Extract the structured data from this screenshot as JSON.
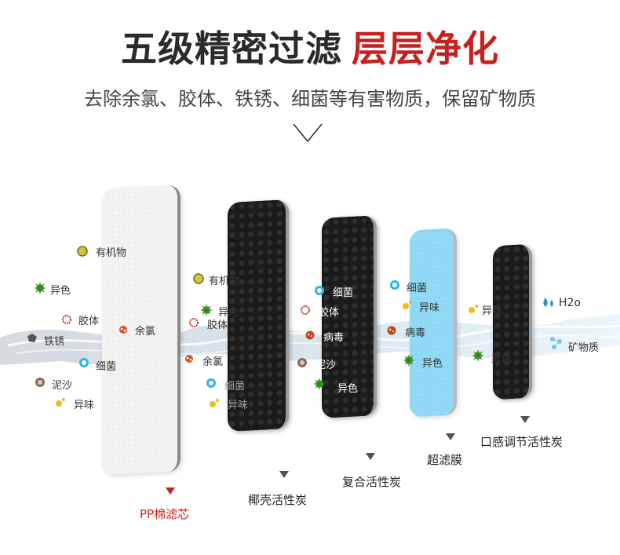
{
  "header": {
    "title_main": "五级精密过滤",
    "title_accent": "层层净化",
    "subtitle": "去除余氯、胶体、铁锈、细菌等有害物质，保留矿物质"
  },
  "colors": {
    "accent": "#c8201e",
    "dark": "#2a2a2a",
    "membrane": "#8fd8f5"
  },
  "inputs": {
    "organic": "有机物",
    "color": "异色",
    "colloid": "胶体",
    "chlorine": "余氯",
    "rust": "铁锈",
    "bacteria": "细菌",
    "mud": "泥沙",
    "odor": "异味"
  },
  "after_pp": {
    "organic": "有机物",
    "color": "异色",
    "colloid": "胶体",
    "chlorine": "余氯",
    "bacteria": "细菌",
    "odor": "异味"
  },
  "after_coconut": {
    "bacteria": "细菌",
    "colloid": "胶体",
    "virus": "病毒",
    "mud": "泥沙",
    "color": "异色"
  },
  "after_composite": {
    "bacteria": "细菌",
    "odor": "异味",
    "virus": "病毒",
    "color": "异色"
  },
  "after_uf": {
    "odor": "异味",
    "color": "异色"
  },
  "outputs": {
    "h2o": "H2o",
    "minerals": "矿物质"
  },
  "stages": [
    {
      "label": "PP棉滤芯"
    },
    {
      "label": "椰壳活性炭"
    },
    {
      "label": "复合活性炭"
    },
    {
      "label": "超滤膜"
    },
    {
      "label": "口感调节活性炭"
    }
  ]
}
